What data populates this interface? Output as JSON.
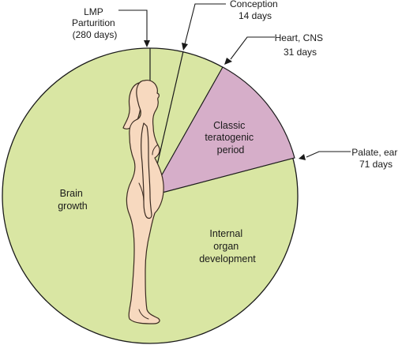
{
  "colors": {
    "disc": "#d9e6a3",
    "teratogenic_sector": "#d6aec9",
    "outline": "#1a1a1a",
    "skin": "#f7d9bf"
  },
  "labels": {
    "lmp": [
      "LMP",
      "Parturition",
      "(280 days)"
    ],
    "conception": [
      "Conception",
      "14 days"
    ],
    "heart_cns": [
      "Heart, CNS",
      "31 days"
    ],
    "palate_ear": [
      "Palate, ear",
      "71 days"
    ],
    "classic": [
      "Classic",
      "teratogenic",
      "period"
    ],
    "brain": [
      "Brain",
      "growth"
    ],
    "internal": [
      "Internal",
      "organ",
      "development"
    ]
  }
}
